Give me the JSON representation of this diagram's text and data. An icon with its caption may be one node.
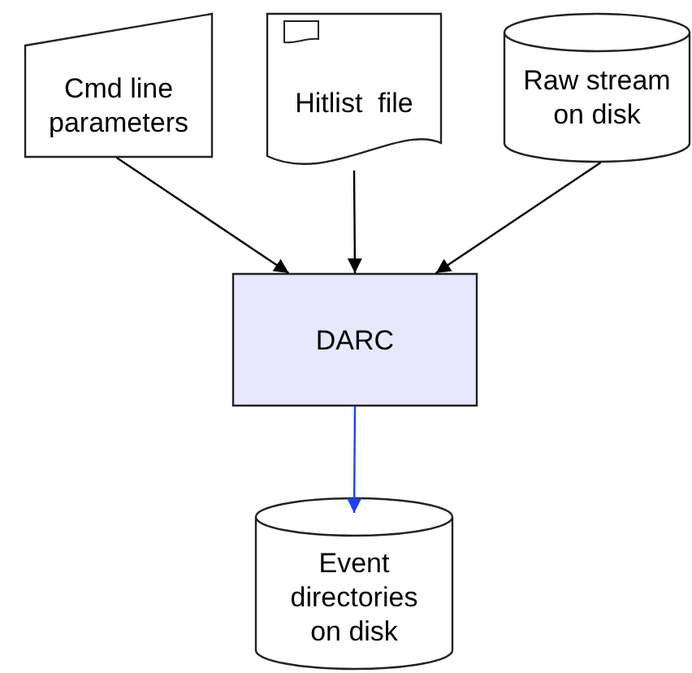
{
  "diagram": {
    "nodes": [
      {
        "text": [
          "Cmd line parameters"
        ]
      },
      {
        "text": [
          "Hitlist  file"
        ]
      },
      {
        "text": [
          "Raw stream on disk"
        ]
      },
      {
        "text": [
          "DARC"
        ]
      },
      {
        "text": [
          "Event directories on disk"
        ]
      }
    ],
    "edges": [
      {
        "from": 0,
        "to": 3,
        "arrow": "to"
      },
      {
        "from": 1,
        "to": 3,
        "arrow": "to"
      },
      {
        "from": 2,
        "to": 3,
        "arrow": "to"
      },
      {
        "from": 3,
        "to": 4,
        "arrow": "to",
        "color": "#1f3fff"
      }
    ]
  }
}
